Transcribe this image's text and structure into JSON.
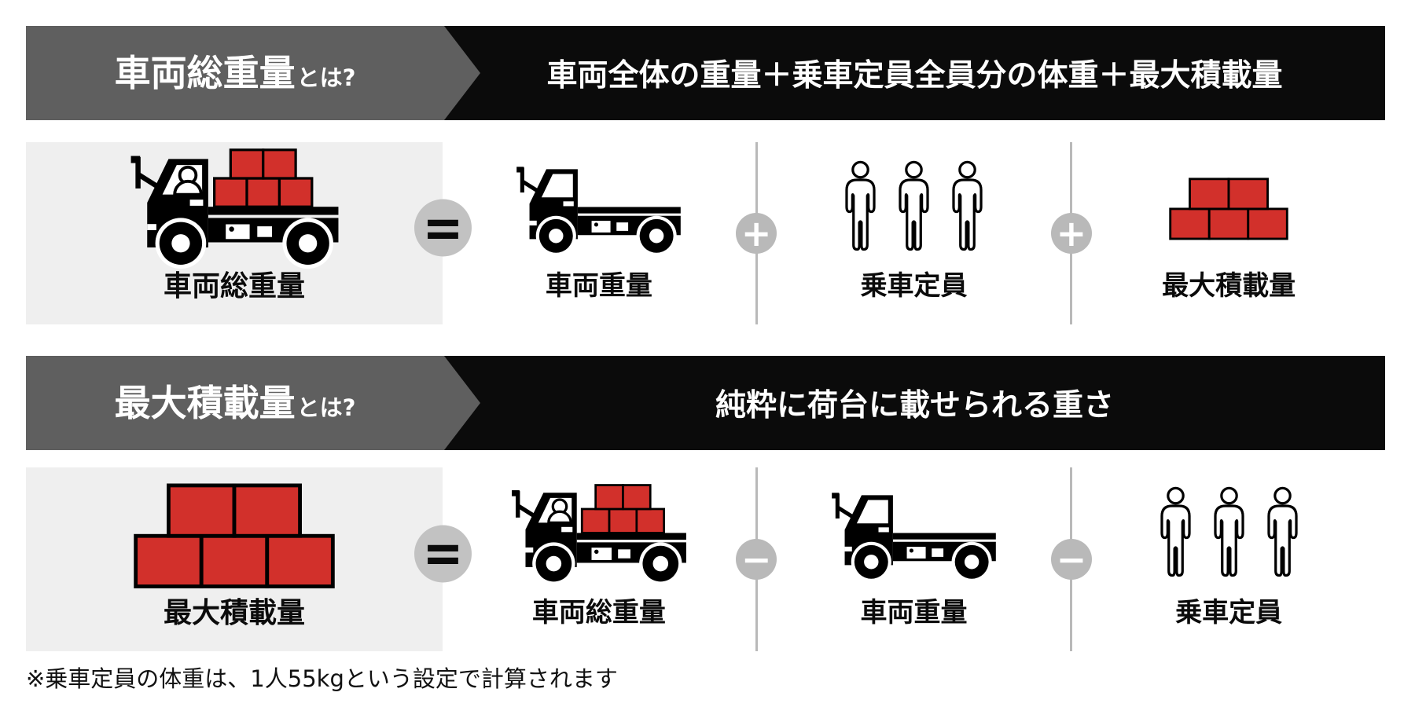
{
  "sections": [
    {
      "term": "車両総重量",
      "term_suffix": "とは?",
      "definition": "車両全体の重量＋乗車定員全員分の体重＋最大積載量",
      "equation": {
        "result_label": "車両総重量",
        "result_icon": "loaded-truck-icon",
        "equals_sign": "=",
        "operators": [
          "+",
          "+"
        ],
        "items": [
          {
            "label": "車両重量",
            "icon": "truck-icon"
          },
          {
            "label": "乗車定員",
            "icon": "passengers-icon"
          },
          {
            "label": "最大積載量",
            "icon": "cargo-blocks-icon"
          }
        ]
      }
    },
    {
      "term": "最大積載量",
      "term_suffix": "とは?",
      "definition": "純粋に荷台に載せられる重さ",
      "equation": {
        "result_label": "最大積載量",
        "result_icon": "cargo-blocks-icon",
        "equals_sign": "=",
        "operators": [
          "−",
          "−"
        ],
        "items": [
          {
            "label": "車両総重量",
            "icon": "loaded-truck-icon"
          },
          {
            "label": "車両重量",
            "icon": "truck-icon"
          },
          {
            "label": "乗車定員",
            "icon": "passengers-icon"
          }
        ]
      }
    }
  ],
  "footnote": "※乗車定員の体重は、1人55kgという設定で計算されます",
  "colors": {
    "banner_gray": "#5f5f5f",
    "banner_black": "#0b0b0b",
    "panel_gray": "#efefef",
    "circle_gray": "#bdbdbd",
    "divider_gray": "#b9b9b9",
    "cargo_red": "#d2302b"
  }
}
